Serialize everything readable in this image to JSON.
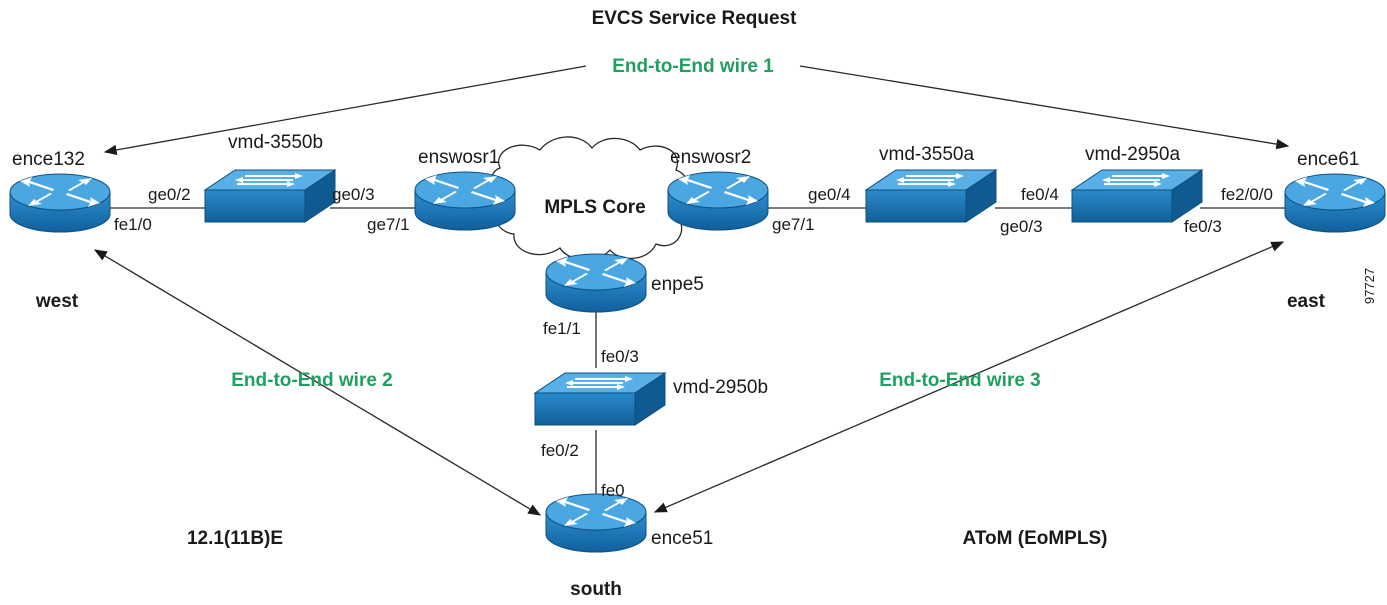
{
  "title": "EVCS Service Request",
  "figure_id": "97727",
  "wires": {
    "w1": "End-to-End wire 1",
    "w2": "End-to-End wire 2",
    "w3": "End-to-End wire 3"
  },
  "devices": {
    "ence132": "ence132",
    "vmd3550b": "vmd-3550b",
    "enswosr1": "enswosr1",
    "enswosr2": "enswosr2",
    "vmd3550a": "vmd-3550a",
    "vmd2950a": "vmd-2950a",
    "ence61": "ence61",
    "enpe5": "enpe5",
    "vmd2950b": "vmd-2950b",
    "ence51": "ence51"
  },
  "cloud_label": "MPLS Core",
  "sites": {
    "west": "west",
    "east": "east",
    "south": "south"
  },
  "notes": {
    "ios": "12.1(11B)E",
    "atom": "AToM (EoMPLS)"
  },
  "ports": {
    "ence132_fe": "fe1/0",
    "v3550b_left": "ge0/2",
    "v3550b_right": "ge0/3",
    "enswosr1_ge": "ge7/1",
    "enswosr2_ge": "ge7/1",
    "v3550a_left": "ge0/4",
    "v3550a_right": "ge0/3",
    "v2950a_left": "fe0/4",
    "v2950a_right": "fe0/3",
    "ence61_fe": "fe2/0/0",
    "enpe5_fe": "fe1/1",
    "v2950b_top": "fe0/3",
    "v2950b_bottom": "fe0/2",
    "ence51_fe": "fe0"
  },
  "colors": {
    "device_fill": "#1e7fc2",
    "device_top": "#5fb6ea",
    "wire_text": "#20a060"
  }
}
